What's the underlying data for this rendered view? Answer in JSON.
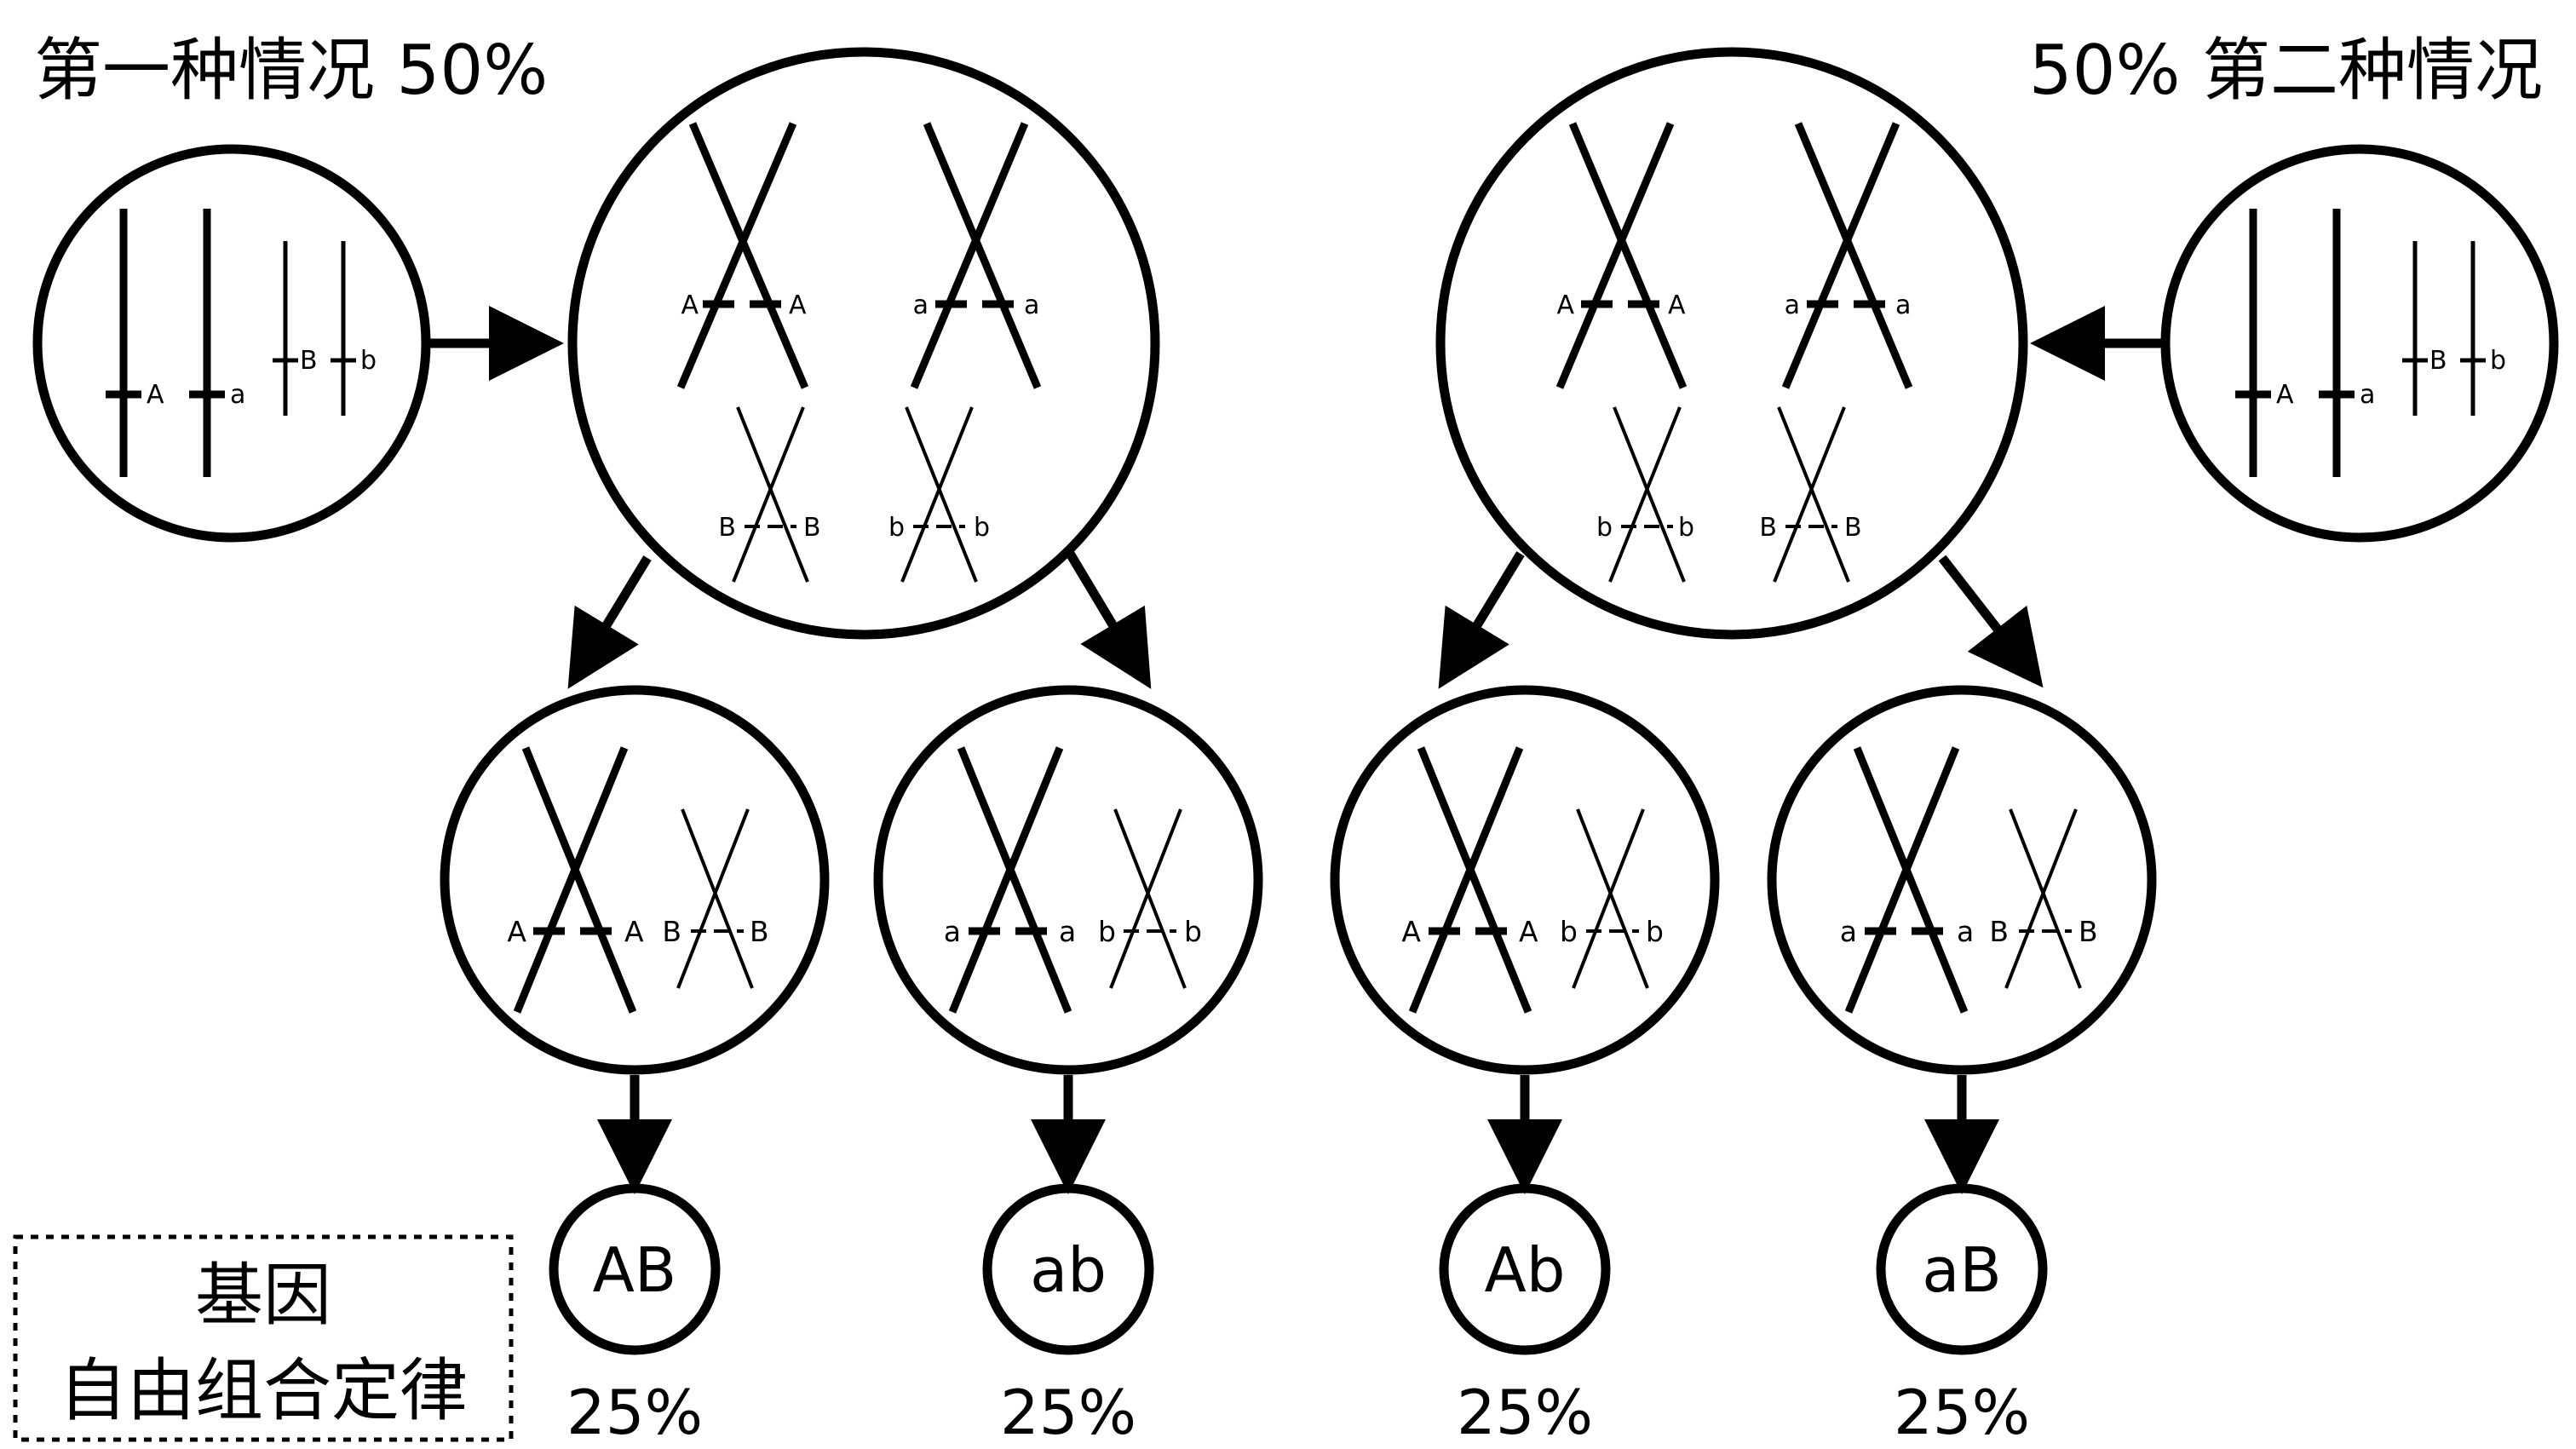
{
  "titles": {
    "case1": "第一种情况 50%",
    "case2": "50% 第二种情况"
  },
  "law_box": {
    "line1": "基因",
    "line2": "自由组合定律"
  },
  "parent_cells": {
    "left": {
      "allele_labels": [
        "A",
        "a",
        "B",
        "b"
      ]
    },
    "right": {
      "allele_labels": [
        "A",
        "a",
        "B",
        "b"
      ]
    }
  },
  "metaphase_cells": {
    "case1": {
      "top_pairs": [
        [
          "A",
          "A"
        ],
        [
          "a",
          "a"
        ]
      ],
      "bottom_pairs": [
        [
          "B",
          "B"
        ],
        [
          "b",
          "b"
        ]
      ]
    },
    "case2": {
      "top_pairs": [
        [
          "A",
          "A"
        ],
        [
          "a",
          "a"
        ]
      ],
      "bottom_pairs": [
        [
          "b",
          "b"
        ],
        [
          "B",
          "B"
        ]
      ]
    }
  },
  "daughter_cells": [
    {
      "large": [
        "A",
        "A"
      ],
      "small": [
        "B",
        "B"
      ]
    },
    {
      "large": [
        "a",
        "a"
      ],
      "small": [
        "b",
        "b"
      ]
    },
    {
      "large": [
        "A",
        "A"
      ],
      "small": [
        "b",
        "b"
      ]
    },
    {
      "large": [
        "a",
        "a"
      ],
      "small": [
        "B",
        "B"
      ]
    }
  ],
  "gametes": [
    {
      "genotype": "AB",
      "percent": "25%"
    },
    {
      "genotype": "ab",
      "percent": "25%"
    },
    {
      "genotype": "Ab",
      "percent": "25%"
    },
    {
      "genotype": "aB",
      "percent": "25%"
    }
  ]
}
